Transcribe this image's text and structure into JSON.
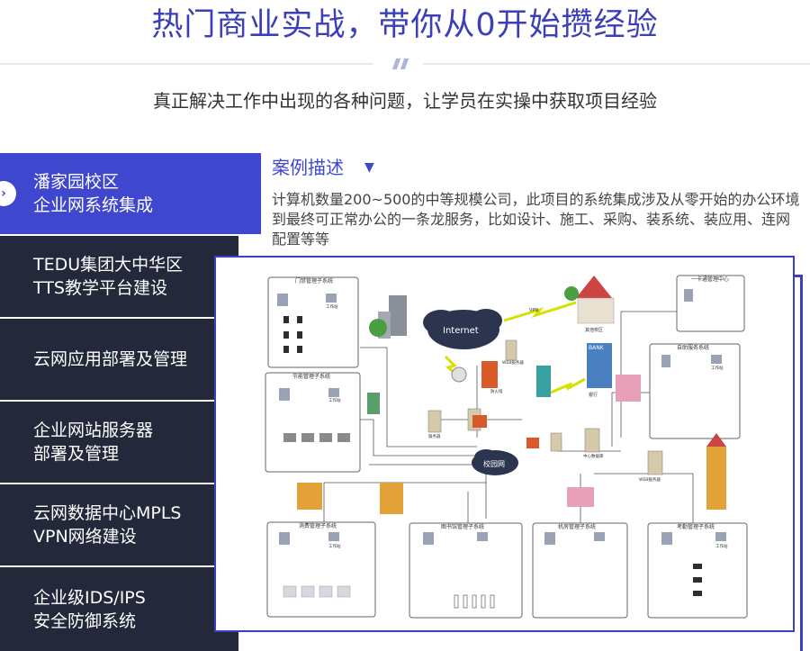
{
  "header": {
    "title": "热门商业实战，带你从0开始攒经验",
    "subtitle": "真正解决工作中出现的各种问题，让学员在实操中获取项目经验"
  },
  "sidebar": {
    "items": [
      {
        "line1": "潘家园校区",
        "line2": "企业网系统集成",
        "active": true
      },
      {
        "line1": "TEDU集团大中华区",
        "line2": "TTS教学平台建设",
        "active": false
      },
      {
        "line1": "云网应用部署及管理",
        "line2": "",
        "active": false
      },
      {
        "line1": "企业网站服务器",
        "line2": "部署及管理",
        "active": false
      },
      {
        "line1": "云网数据中心MPLS",
        "line2": "VPN网络建设",
        "active": false
      },
      {
        "line1": "企业级IDS/IPS",
        "line2": "安全防御系统",
        "active": false
      }
    ],
    "active_arrow": "›"
  },
  "case": {
    "heading": "案例描述",
    "caret": "▼",
    "description": "计算机数量200~500的中等规模公司，此项目的系统集成涉及从零开始的办公环境 到最终可正常办公的一条龙服务，比如设计、施工、采购、装系统、装应用、连网配置等等"
  },
  "diagram": {
    "internet_label": "Internet",
    "campus_label": "校园网",
    "bank_label": "BANK",
    "vpn_label": "VPN",
    "subsystems": [
      "门禁管理子系统",
      "节能管理子系统",
      "一卡通管理中心",
      "自助服务系统",
      "消费管理子系统",
      "图书馆管理子系统",
      "机房管理子系统",
      "考勤管理子系统"
    ],
    "node_labels": {
      "workstation": "工作站",
      "server": "服务器",
      "firewall": "防火墙",
      "bank_node": "银行",
      "other_campus": "其他校区",
      "web_server": "WEB服务器",
      "center_db": "中心数据库"
    }
  },
  "colors": {
    "accent": "#3f47cf",
    "sidebar_bg": "#23283a",
    "title": "#3b3fb8"
  }
}
